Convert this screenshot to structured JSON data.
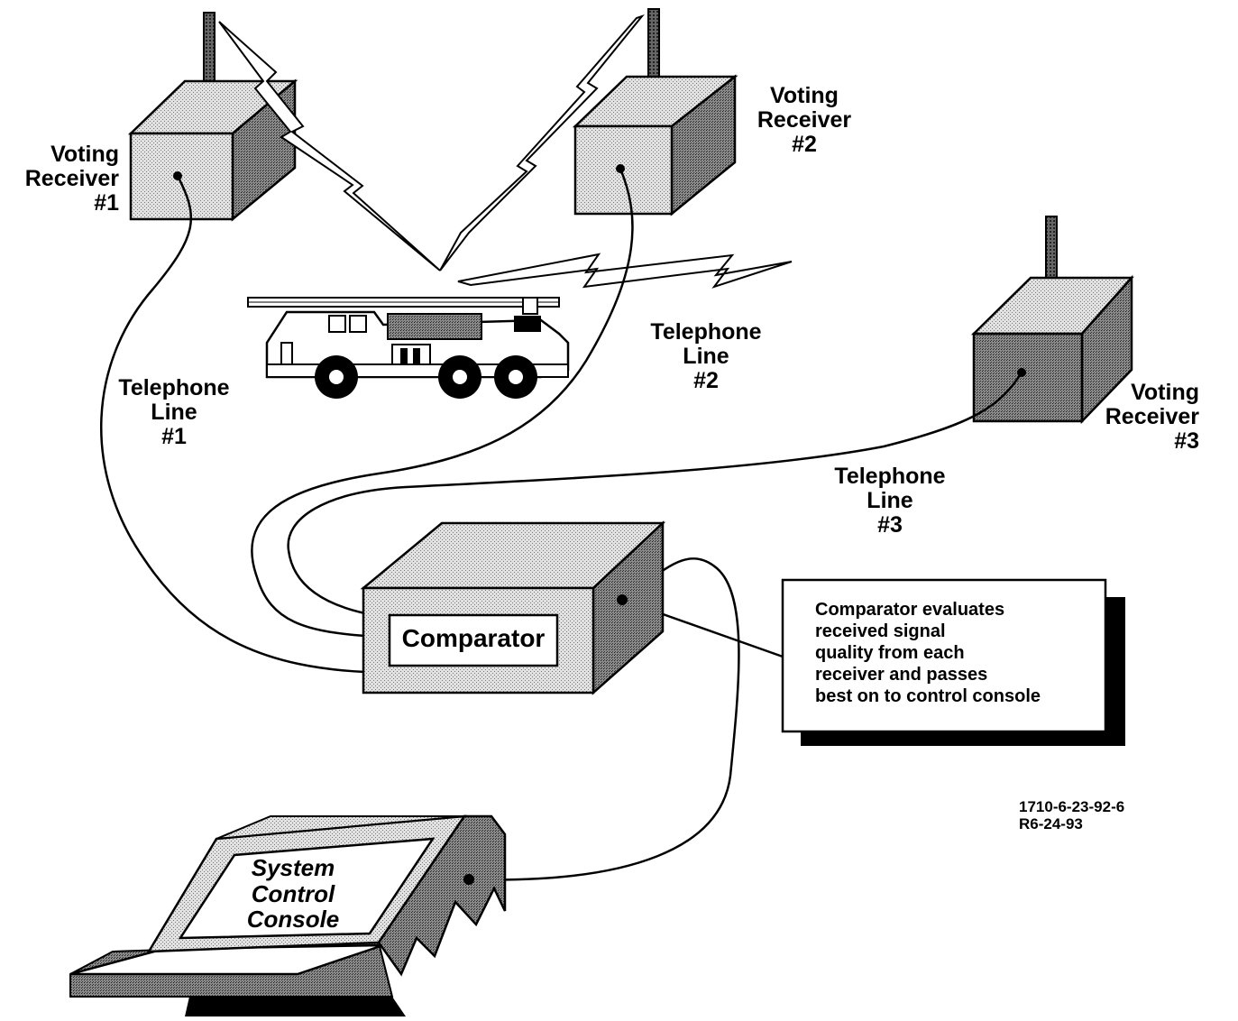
{
  "receivers": [
    {
      "line1": "Voting",
      "line2": "Receiver",
      "line3": "#1"
    },
    {
      "line1": "Voting",
      "line2": "Receiver",
      "line3": "#2"
    },
    {
      "line1": "Voting",
      "line2": "Receiver",
      "line3": "#3"
    }
  ],
  "telephone_lines": [
    {
      "line1": "Telephone",
      "line2": "Line",
      "line3": "#1"
    },
    {
      "line1": "Telephone",
      "line2": "Line",
      "line3": "#2"
    },
    {
      "line1": "Telephone",
      "line2": "Line",
      "line3": "#3"
    }
  ],
  "comparator": {
    "label": "Comparator"
  },
  "console": {
    "line1": "System",
    "line2": "Control",
    "line3": "Console"
  },
  "callout": {
    "lines": [
      "Comparator evaluates",
      "received signal",
      "quality from each",
      "receiver and passes",
      "best on to control console"
    ]
  },
  "document_number": {
    "line1": "1710-6-23-92-6",
    "line2": "R6-24-93"
  },
  "colors": {
    "ink": "#000000",
    "light_fill": "#c8c8c8",
    "dark_fill": "#7a7a7a",
    "background": "#ffffff"
  }
}
